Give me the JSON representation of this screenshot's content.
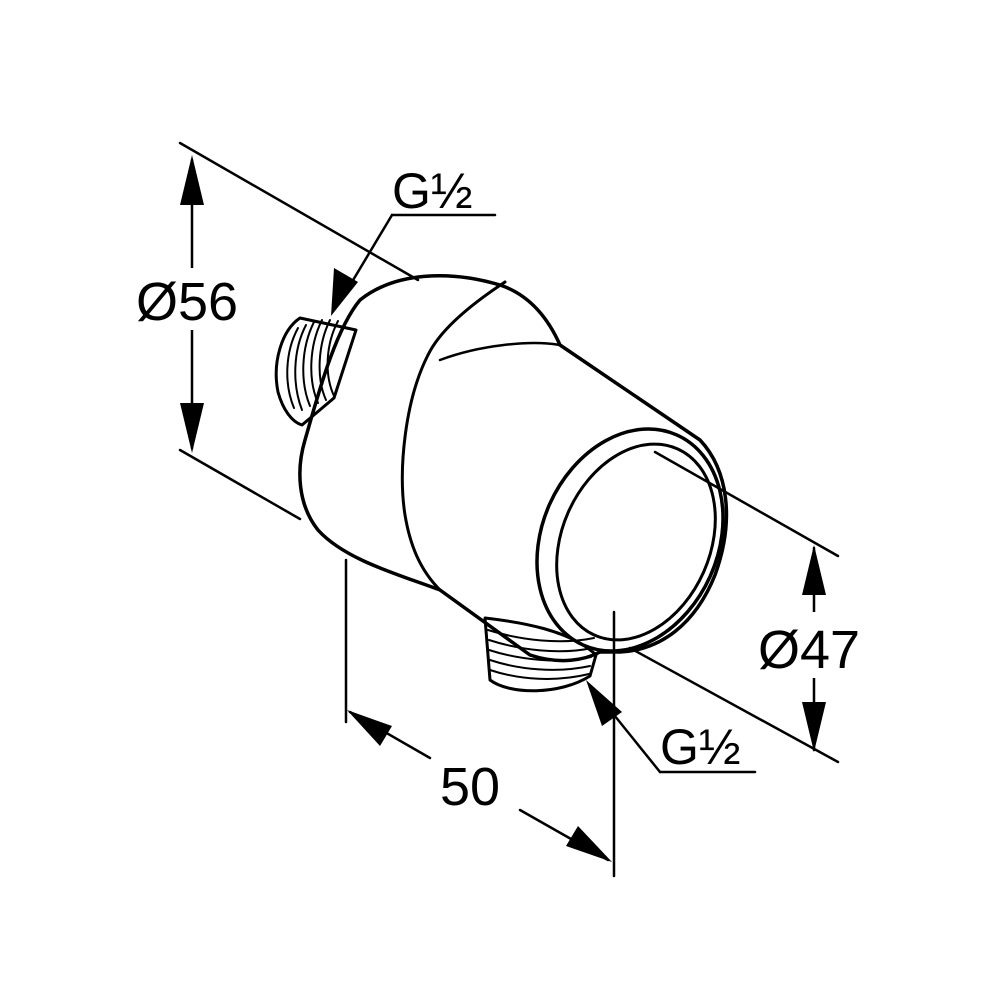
{
  "colors": {
    "ink": "#000000",
    "background": "#ffffff"
  },
  "dimensions": {
    "body_diameter": "Ø56",
    "outlet_diameter": "Ø47",
    "length": "50",
    "thread_top": "G½",
    "thread_bottom": "G½"
  }
}
